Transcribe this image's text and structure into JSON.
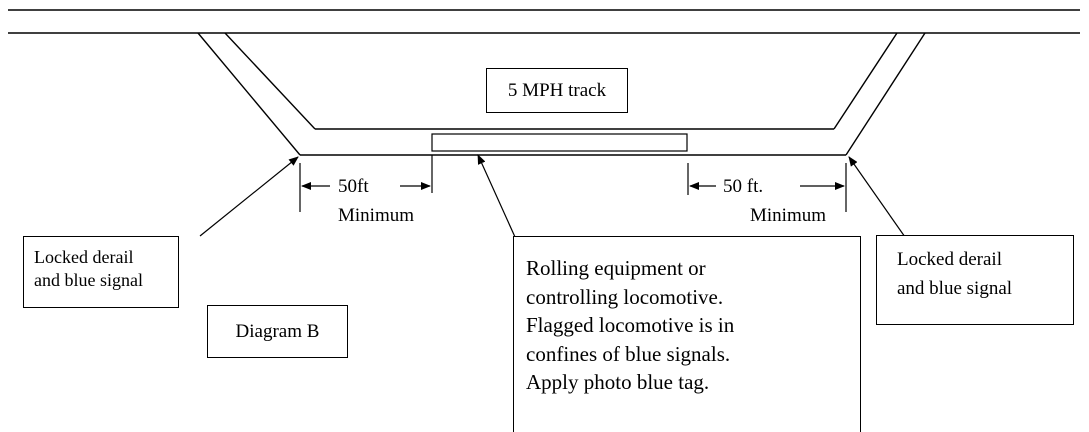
{
  "track_label": "5 MPH track",
  "left_distance": "50ft",
  "left_minimum": "Minimum",
  "right_distance": "50 ft.",
  "right_minimum": "Minimum",
  "left_callout": [
    "Locked derail",
    "and blue signal"
  ],
  "right_callout": [
    "Locked derail",
    "and blue signal"
  ],
  "diagram_label": "Diagram B",
  "equipment_callout": [
    "Rolling equipment or",
    "controlling locomotive.",
    "Flagged locomotive is in",
    "confines of blue signals.",
    "Apply photo blue tag."
  ]
}
